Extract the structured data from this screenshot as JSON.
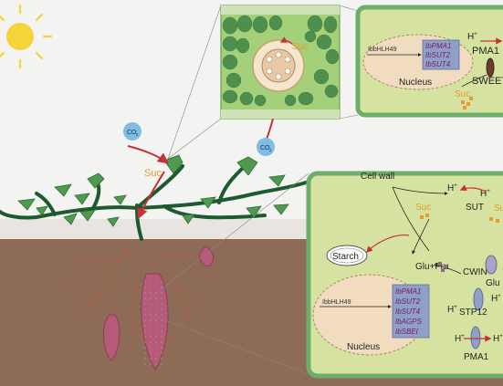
{
  "colors": {
    "sky": "#f2f2f0",
    "soil": "#8a6a55",
    "sun": "#f5d43a",
    "stem": "#1e5a30",
    "leaf": "#4f9a4f",
    "cell_fill": "#d6e3a0",
    "cell_wall": "#6cae6a",
    "nucleus": "#f2dcc0",
    "gene_box": "#8ea0c8",
    "gene_text": "#7a1a5a",
    "suc": "#e59a35",
    "arrow_red": "#c7303a",
    "co2": "#7fbde3",
    "tuber": "#b55a78"
  },
  "labels": {
    "co2_left": "CO",
    "co2_right": "CO",
    "co2_sub": "2",
    "suc_plant": "Suc",
    "suc_leaf_cross_section": "Suc"
  },
  "leaf_cell": {
    "regulator": "IbbHLH49",
    "genes": [
      "IbPMA1",
      "IbSUT2",
      "IbSUT4"
    ],
    "nucleus_label": "Nucleus",
    "proton": "H",
    "proton_sup": "+",
    "pma_label": "PMA1",
    "sweet_label": "SWEET",
    "suc_label": "Suc"
  },
  "root_cell": {
    "cell_wall_label": "Cell wall",
    "proton": "H",
    "proton_sup": "+",
    "suc_inner": "Suc",
    "suc_outer": "Suc",
    "sut_label": "SUT",
    "starch_label": "Starch",
    "glu_fru_label": "Glu+Fru",
    "cwin_label": "CWIN",
    "glu_partial": "Glu",
    "stp_label": "STP12",
    "regulator": "IbbHLH49",
    "genes": [
      "IbPMA1",
      "IbSUT2",
      "IbSUT4",
      "IbAGPS",
      "IbSBEI"
    ],
    "nucleus_label": "Nucleus",
    "pma_label": "PMA1"
  }
}
